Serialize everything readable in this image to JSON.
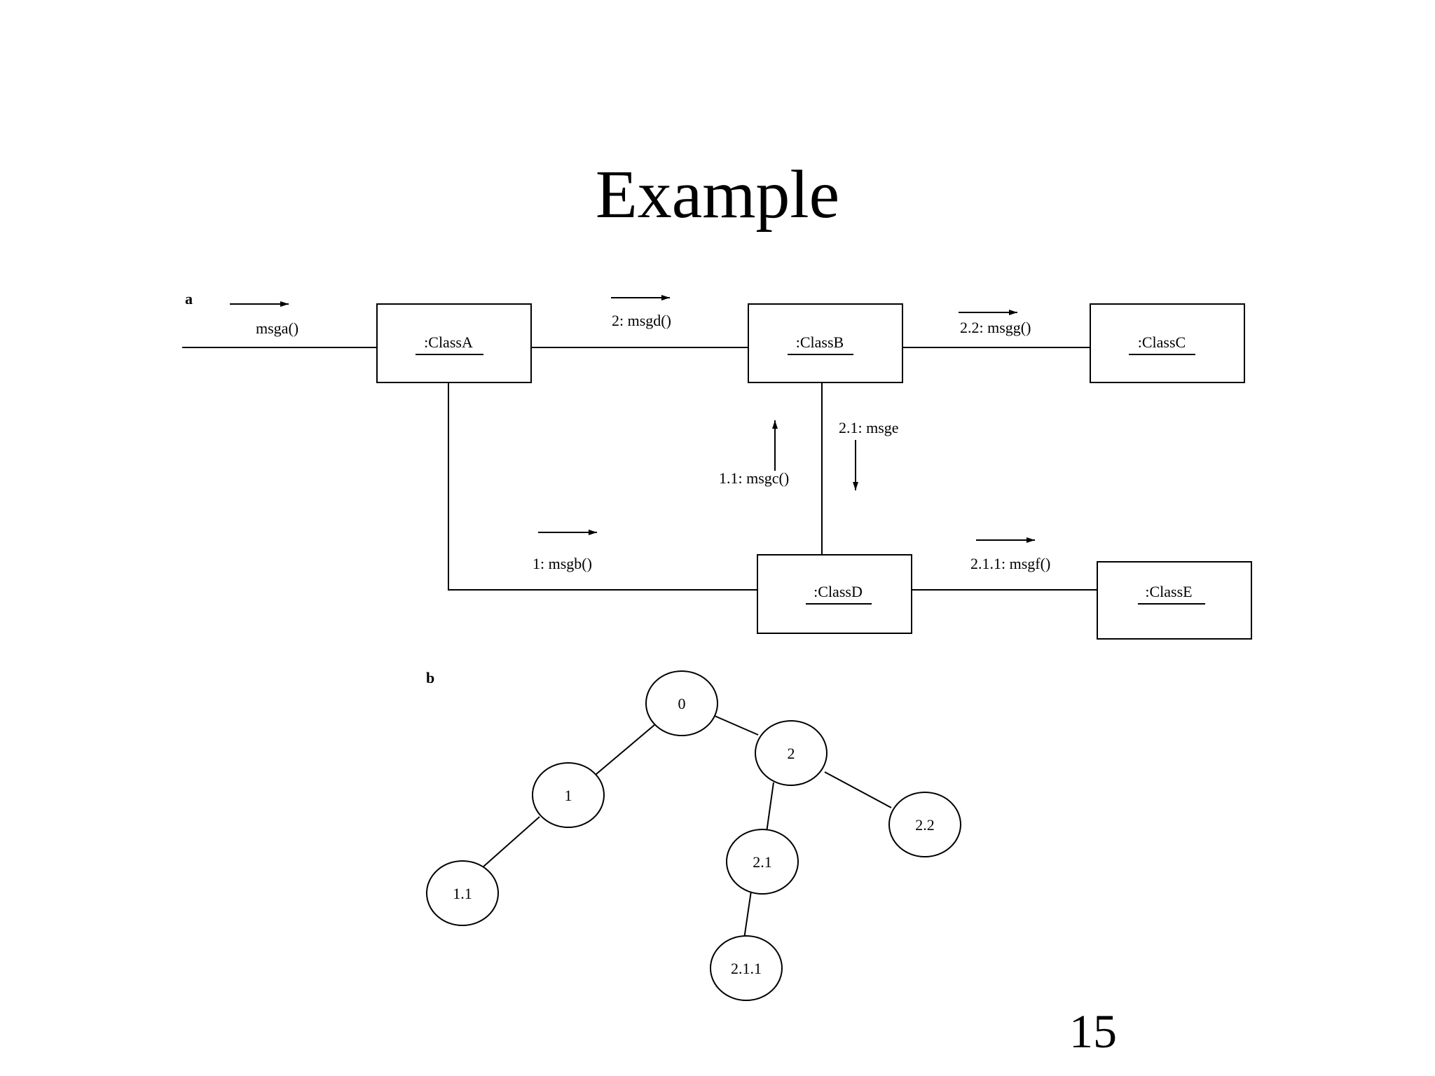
{
  "slide": {
    "title": "Example",
    "page_number": "15"
  },
  "panel_a": {
    "label": "a",
    "objects": [
      {
        "id": "classA",
        "label": ":ClassA"
      },
      {
        "id": "classB",
        "label": ":ClassB"
      },
      {
        "id": "classC",
        "label": ":ClassC"
      },
      {
        "id": "classD",
        "label": ":ClassD"
      },
      {
        "id": "classE",
        "label": ":ClassE"
      }
    ],
    "messages": [
      {
        "id": "msga",
        "label": "msga()",
        "from": "external",
        "to": "classA"
      },
      {
        "id": "msgd",
        "label": "2: msgd()",
        "from": "classA",
        "to": "classB"
      },
      {
        "id": "msgg",
        "label": "2.2: msgg()",
        "from": "classB",
        "to": "classC"
      },
      {
        "id": "msge",
        "label": "2.1: msge",
        "from": "classB",
        "to": "classD"
      },
      {
        "id": "msgc",
        "label": "1.1: msgc()",
        "from": "classD",
        "to": "classB"
      },
      {
        "id": "msgb",
        "label": "1: msgb()",
        "from": "classA",
        "to": "classD"
      },
      {
        "id": "msgf",
        "label": "2.1.1: msgf()",
        "from": "classD",
        "to": "classE"
      }
    ]
  },
  "panel_b": {
    "label": "b",
    "nodes": [
      {
        "id": "n0",
        "label": "0"
      },
      {
        "id": "n1",
        "label": "1"
      },
      {
        "id": "n2",
        "label": "2"
      },
      {
        "id": "n11",
        "label": "1.1"
      },
      {
        "id": "n21",
        "label": "2.1"
      },
      {
        "id": "n22",
        "label": "2.2"
      },
      {
        "id": "n211",
        "label": "2.1.1"
      }
    ],
    "edges": [
      {
        "from": "n0",
        "to": "n1"
      },
      {
        "from": "n0",
        "to": "n2"
      },
      {
        "from": "n1",
        "to": "n11"
      },
      {
        "from": "n2",
        "to": "n21"
      },
      {
        "from": "n2",
        "to": "n22"
      },
      {
        "from": "n21",
        "to": "n211"
      }
    ]
  }
}
